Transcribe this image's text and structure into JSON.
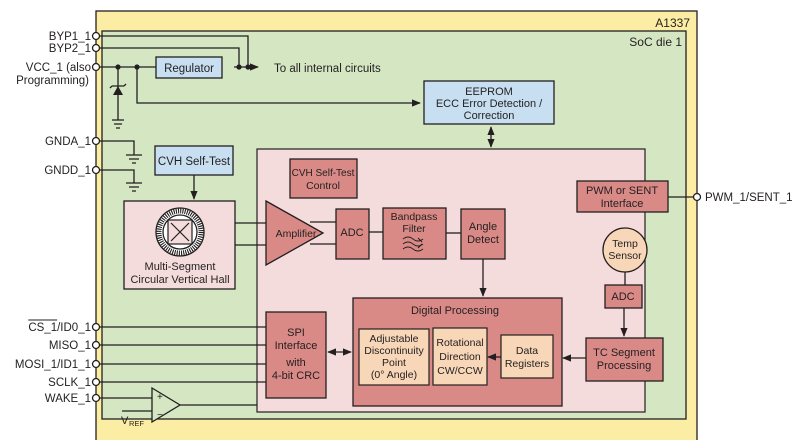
{
  "chip": {
    "part_number": "A1337",
    "die_label": "SoC die  1"
  },
  "colors": {
    "package_fill": "#fbeea4",
    "die_fill": "#d5e6c3",
    "digital_region_fill": "#f4dcdc",
    "block_fill": "#d98a86",
    "blue_block_fill": "#c7dff1",
    "light_block_fill": "#f8d6b8",
    "line": "#231f20"
  },
  "pins": {
    "byp1": "BYP1_1",
    "byp2": "BYP2_1",
    "vcc_line1": "VCC_1 (also",
    "vcc_line2": "Programming)",
    "gnda": "GNDA_1",
    "gndd": "GNDD_1",
    "cs": "CS_1",
    "cs_suffix": "/ID0_1",
    "miso": "MISO_1",
    "mosi": "MOSI_1/ID1_1",
    "sclk": "SCLK_1",
    "wake": "WAKE_1",
    "pwm": "PWM_1/SENT_1"
  },
  "blocks": {
    "regulator": "Regulator",
    "to_all": "To all internal circuits",
    "eeprom_line1": "EEPROM",
    "eeprom_line2": "ECC Error Detection /",
    "eeprom_line3": "Correction",
    "cvh_selftest": "CVH Self-Test",
    "cvh_ctrl_line1": "CVH Self-Test",
    "cvh_ctrl_line2": "Control",
    "hall_line1": "Multi-Segment",
    "hall_line2": "Circular Vertical Hall",
    "amplifier": "Amplifier",
    "adc_main": "ADC",
    "bandpass_line1": "Bandpass",
    "bandpass_line2": "Filter",
    "angle_line1": "Angle",
    "angle_line2": "Detect",
    "pwm_line1": "PWM or SENT",
    "pwm_line2": "Interface",
    "temp_line1": "Temp",
    "temp_line2": "Sensor",
    "adc_temp": "ADC",
    "tc_line1": "TC Segment",
    "tc_line2": "Processing",
    "digital": "Digital Processing",
    "adj_line1": "Adjustable",
    "adj_line2": "Discontinuity",
    "adj_line3": "Point",
    "adj_line4": "(0° Angle)",
    "rot_line1": "Rotational",
    "rot_line2": "Direction",
    "rot_line3": "CW/CCW",
    "data_line1": "Data",
    "data_line2": "Registers",
    "spi_line1": "SPI",
    "spi_line2": "Interface",
    "spi_line3": "with",
    "spi_line4": "4-bit CRC",
    "comp_plus": "+",
    "comp_minus": "−",
    "vref_main": "V",
    "vref_sub": "REF"
  }
}
